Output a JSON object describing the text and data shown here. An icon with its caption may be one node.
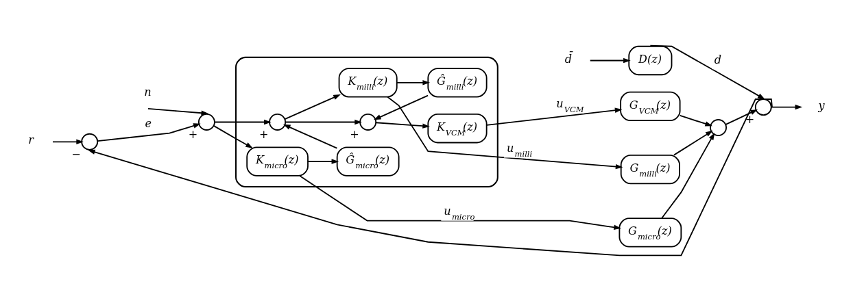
{
  "diagram": {
    "nodes": [
      {
        "text": [
          "r"
        ]
      },
      {
        "text": [],
        "shape": "circle",
        "beside": [
          "−"
        ]
      },
      {
        "text": [
          "n"
        ]
      },
      {
        "text": [],
        "shape": "circle",
        "beside": [
          "+"
        ]
      },
      {
        "text": [],
        "shape": "box"
      },
      {
        "text": [],
        "shape": "circle",
        "in": 4,
        "beside": [
          "+"
        ]
      },
      {
        "text": [],
        "shape": "circle",
        "in": 4,
        "beside": [
          "+"
        ]
      },
      {
        "text": [
          "K$_{VCM}$(z)"
        ],
        "in": 4
      },
      {
        "text": [
          "Ĝ$_{milli}$(z)"
        ],
        "in": 4
      },
      {
        "text": [
          "K$_{milli}$(z)"
        ],
        "in": 4
      },
      {
        "text": [
          "Ĝ$_{micro}$(z)"
        ],
        "in": 4
      },
      {
        "text": [
          "K$_{micro}$(z)"
        ],
        "in": 4
      },
      {
        "text": [
          "G$_{VCM}$(z)"
        ]
      },
      {
        "text": [
          "G$_{milli}$(z)"
        ]
      },
      {
        "text": [
          "G$_{micro}$(z)"
        ]
      },
      {
        "text": [],
        "shape": "circle"
      },
      {
        "text": [
          "d̄"
        ]
      },
      {
        "text": [
          "D(z)"
        ]
      },
      {
        "text": [],
        "shape": "circle",
        "beside": [
          "+"
        ]
      },
      {
        "text": [
          "y"
        ]
      }
    ],
    "edges": [
      {
        "from": 0,
        "to": 1,
        "arrow": "to"
      },
      {
        "from": 1,
        "to": 3,
        "arrow": "to",
        "label": "e"
      },
      {
        "from": 2,
        "to": 3,
        "arrow": "to"
      },
      {
        "from": 3,
        "to": 5,
        "arrow": "to"
      },
      {
        "from": 3,
        "to": 11,
        "arrow": "to"
      },
      {
        "from": 5,
        "to": 6,
        "arrow": "to"
      },
      {
        "from": 5,
        "to": 9,
        "arrow": "to"
      },
      {
        "from": 8,
        "to": 6,
        "arrow": "to"
      },
      {
        "from": 10,
        "to": 5,
        "arrow": "to"
      },
      {
        "from": 6,
        "to": 7,
        "arrow": "to"
      },
      {
        "from": 9,
        "to": 8,
        "arrow": "to"
      },
      {
        "from": 11,
        "to": 10,
        "arrow": "to"
      },
      {
        "from": 7,
        "to": 12,
        "arrow": "to",
        "label": "u$_{VCM}$"
      },
      {
        "from": 9,
        "to": 13,
        "arrow": "to",
        "label": "u$_{milli}$"
      },
      {
        "from": 11,
        "to": 14,
        "arrow": "to",
        "label": "u$_{micro}$"
      },
      {
        "from": 12,
        "to": 15,
        "arrow": "to"
      },
      {
        "from": 13,
        "to": 15,
        "arrow": "to"
      },
      {
        "from": 14,
        "to": 15,
        "arrow": "to"
      },
      {
        "from": 16,
        "to": 17,
        "arrow": "to"
      },
      {
        "from": 17,
        "to": 18,
        "arrow": "to",
        "label": "d"
      },
      {
        "from": 15,
        "to": 18,
        "arrow": "to"
      },
      {
        "from": 18,
        "to": 19,
        "arrow": "to"
      },
      {
        "from": 18,
        "to": 1,
        "arrow": "to"
      }
    ]
  }
}
